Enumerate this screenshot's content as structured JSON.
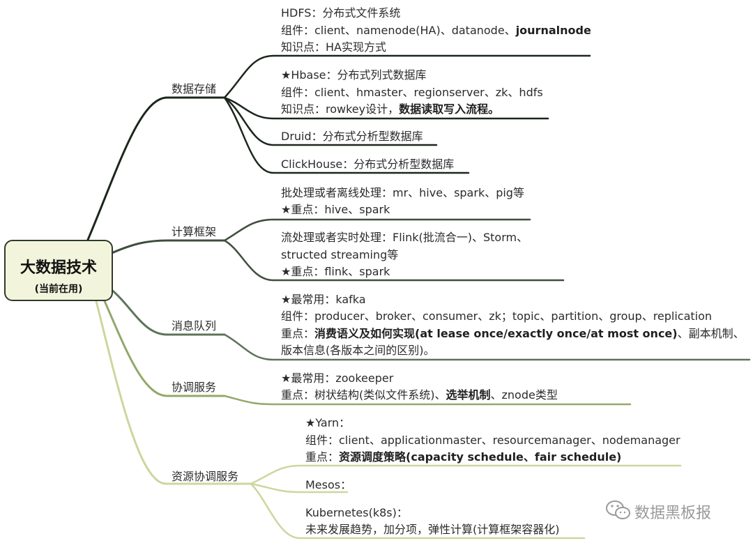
{
  "root": {
    "title": "大数据技术",
    "subtitle": "(当前在用)"
  },
  "branches": {
    "storage": {
      "label": "数据存储",
      "hdfs": {
        "title": "HDFS：分布式文件系统",
        "components_prefix": "组件：client、namenode(HA)、datanode、",
        "components_bold": "journalnode",
        "knowledge": "知识点：HA实现方式"
      },
      "hbase": {
        "title": "★Hbase：分布式列式数据库",
        "components": "组件：client、hmaster、regionserver、zk、hdfs",
        "knowledge_prefix": "知识点：rowkey设计，",
        "knowledge_bold": "数据读取写入流程。"
      },
      "druid": "Druid：分布式分析型数据库",
      "clickhouse": "ClickHouse：分布式分析型数据库"
    },
    "compute": {
      "label": "计算框架",
      "batch": {
        "line1": "批处理或者离线处理：mr、hive、spark、pig等",
        "line2": "★重点：hive、spark"
      },
      "stream": {
        "line1": "流处理或者实时处理：Flink(批流合一)、Storm、",
        "line2": "structed streaming等",
        "line3": "★重点：flink、spark"
      }
    },
    "mq": {
      "label": "消息队列",
      "line1": "★最常用：kafka",
      "line2": "组件：producer、broker、consumer、zk；topic、partition、group、replication",
      "line3_prefix": "重点：",
      "line3_bold": "消费语义及如何实现(at lease once/exactly once/at most once)",
      "line3_suffix": "、副本机制、",
      "line4": "版本信息(各版本之间的区别)。"
    },
    "coord": {
      "label": "协调服务",
      "line1": "★最常用：zookeeper",
      "line2_prefix": "重点：树状结构(类似文件系统)、",
      "line2_bold": "选举机制",
      "line2_suffix": "、znode类型"
    },
    "resource": {
      "label": "资源协调服务",
      "yarn": {
        "title": "★Yarn：",
        "components": "组件：client、applicationmaster、resourcemanager、nodemanager",
        "key_prefix": "重点：",
        "key_bold": "资源调度策略(capacity schedule、fair schedule)"
      },
      "mesos": "Mesos：",
      "k8s": {
        "title": "Kubernetes(k8s)：",
        "note": "未来发展趋势，加分项，弹性计算(计算框架容器化)"
      }
    }
  },
  "watermark": {
    "text": "数据黑板报",
    "icon": "wechat-icon"
  },
  "colors": {
    "dark": "#1f2b1f",
    "mid": "#4d5f4d",
    "olive": "#7f955c",
    "light": "#c9d69b",
    "pale": "#d6dfa6",
    "root_fill": "#f2f5dc"
  }
}
